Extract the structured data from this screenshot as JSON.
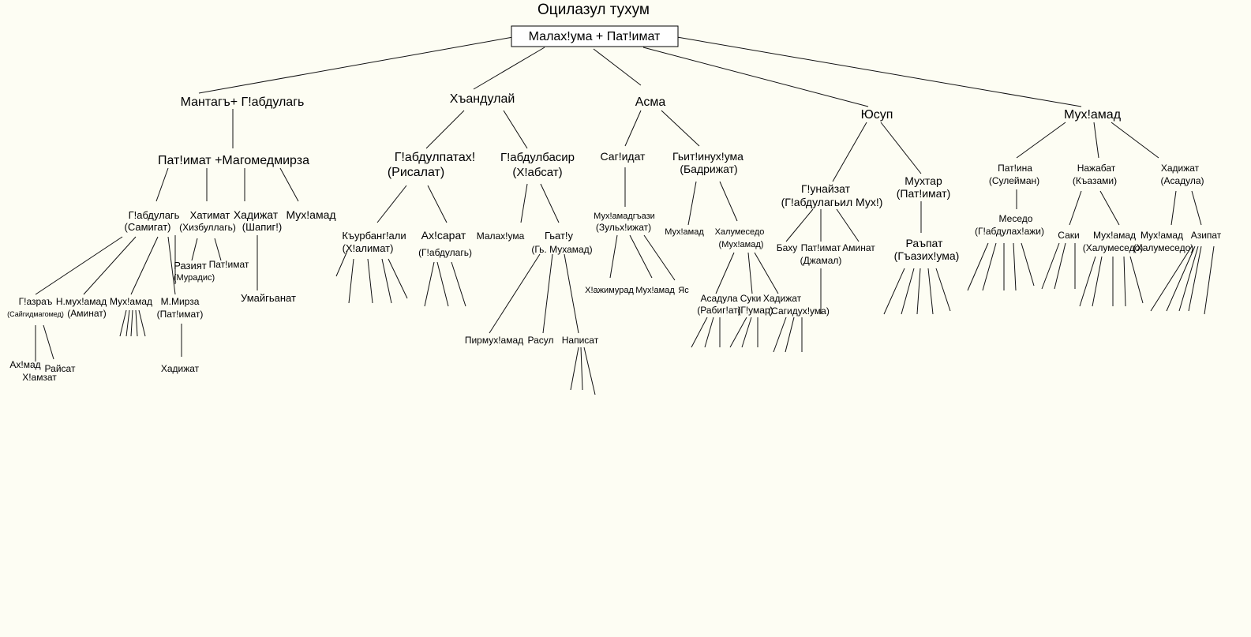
{
  "title": "Оцилазул тухум",
  "root": "Малах!ума + Пат!имат",
  "gen1": {
    "mantaga": "Мантагъ+ Г!абдулагь",
    "handulay": "Хъандулай",
    "asma": "Асма",
    "yusup": "Юсуп",
    "muhamad": "Мух!амад"
  },
  "nodes": {
    "patimat_mag": "Пат!имат +Магомедмирза",
    "abdulag_l1": "Г!абдулагь",
    "abdulag_l2": "(Самигат)",
    "hatimat_l1": "Хатимат",
    "hatimat_l2": "(Хизбуллагь)",
    "hadijat_l1": "Хадижат",
    "hadijat_l2": "(Шапиг!)",
    "muhamad_a": "Мух!амад",
    "raziyat_l1": "Разият",
    "raziyat_l2": "(Мурадис)",
    "patimat_small": "Пат!имат",
    "umaygant": "Умайгьанат",
    "gazra_l1": "Г!азраъ",
    "gazra_l2": "(Сайгидмагомед)",
    "nmuh_l1": "Н.мух!амад",
    "nmuh_l2": "(Аминат)",
    "muhamad_b": "Мух!амад",
    "mmirza_l1": "М.Мирза",
    "mmirza_l2": "(Пат!имат)",
    "ahmad": "Ах!мад",
    "hamzat": "Х!амзат",
    "raisat": "Райсат",
    "hadijat_c": "Хадижат",
    "abdulpatah_l1": "Г!абдулпатах!",
    "abdulpatah_l2": "(Рисалат)",
    "abdulbasir_l1": "Г!абдулбасир",
    "abdulbasir_l2": "(Х!абсат)",
    "kurbanali_l1": "Къурбанг!али",
    "kurbanali_l2": "(Х!алимат)",
    "ahsarat_l1": "Ах!сарат",
    "ahsarat_l2": "(Г!абдулагь)",
    "malahuma": "Малах!ума",
    "gatu_l1": "Гьат!у",
    "gatu_l2": "(Гь. Мухамад)",
    "pirmuhamad": "Пирмух!амад",
    "rasul": "Расул",
    "napisat": "Написат",
    "sagidat": "Саг!идат",
    "gitinuhuma_l1": "Гьит!инух!ума",
    "gitinuhuma_l2": "(Бадрижат)",
    "muhamadgazi_l1": "Мух!амадгъази",
    "muhamadgazi_l2": "(Зульх!ижат)",
    "hajimurad": "Х!ажимурад",
    "muhamad_c": "Мух!амад",
    "yas": "Яс",
    "muhamad_d": "Мух!амад",
    "halumesedo_l1": "Халумеседо",
    "halumesedo_l2": "(Мух!амад)",
    "asadula_l1": "Асадула",
    "asadula_l2": "(Рабиг!ат)",
    "suki_l1": "Суки",
    "suki_l2": "(Г!умар)",
    "hadijat_d_l1": "Хадижат",
    "hadijat_d_l2": "(Сагидух!ума)",
    "gunayzat_l1": "Г!унайзат",
    "gunayzat_l2": "(Г!абдулагьил Мух!)",
    "muhtar_l1": "Мухтар",
    "muhtar_l2": "(Пат!имат)",
    "bahu": "Баху",
    "patimat_j_l1": "Пат!имат",
    "patimat_j_l2": "(Джамал)",
    "aminat": "Аминат",
    "rapat_l1": "Раъпат",
    "rapat_l2": "(Гъазих!ума)",
    "patina_l1": "Пат!ина",
    "patina_l2": "(Сулейман)",
    "nazhabat_l1": "Нажабат",
    "nazhabat_l2": "(Къазами)",
    "hadijat_e_l1": "Хадижат",
    "hadijat_e_l2": "(Асадула)",
    "mesedo_l1": "Меседо",
    "mesedo_l2": "(Г!абдулах!ажи)",
    "saki": "Саки",
    "muhamad_e_l1": "Мух!амад",
    "muhamad_e_l2": "(Халумеседо)",
    "muhamad_f_l1": "Мух!амад",
    "muhamad_f_l2": "(Халумеседо)",
    "azipat": "Азипат"
  }
}
